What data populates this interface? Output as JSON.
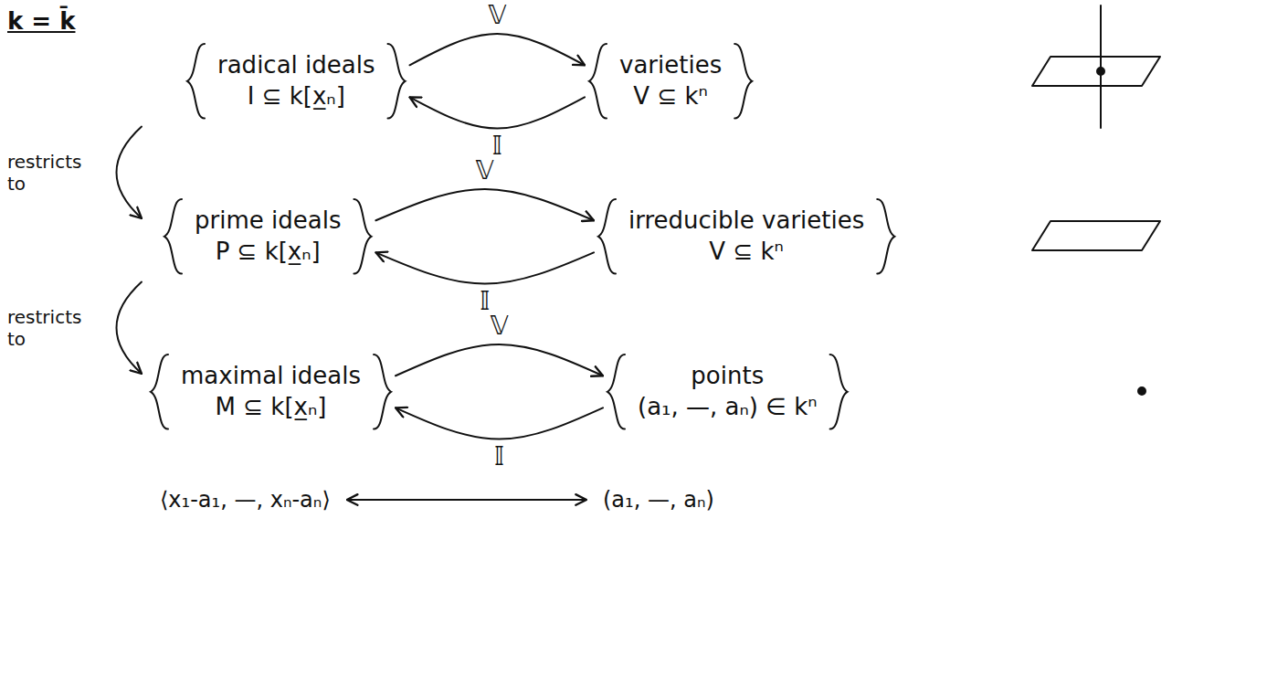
{
  "diagram": {
    "nodes": [
      {
        "text": [
          "radical ideals",
          "I ⊆ k[x̲ₙ]"
        ]
      },
      {
        "text": [
          "varieties",
          "V ⊆ kⁿ"
        ]
      },
      {
        "text": [
          "prime ideals",
          "P ⊆ k[x̲ₙ]"
        ]
      },
      {
        "text": [
          "irreducible varieties",
          "V ⊆ kⁿ"
        ]
      },
      {
        "text": [
          "maximal ideals",
          "M ⊆ k[x̲ₙ]"
        ]
      },
      {
        "text": [
          "points",
          "(a₁, —, aₙ) ∈ kⁿ"
        ]
      }
    ],
    "edges": [
      {
        "from": 0,
        "to": 1,
        "label": "𝕍",
        "arrow": "to"
      },
      {
        "from": 1,
        "to": 0,
        "label": "𝕀",
        "arrow": "to"
      },
      {
        "from": 2,
        "to": 3,
        "label": "𝕍",
        "arrow": "to"
      },
      {
        "from": 3,
        "to": 2,
        "label": "𝕀",
        "arrow": "to"
      },
      {
        "from": 4,
        "to": 5,
        "label": "𝕍",
        "arrow": "to"
      },
      {
        "from": 5,
        "to": 4,
        "label": "𝕀",
        "arrow": "to"
      }
    ],
    "labels": [
      "k = k̄",
      "restricts to",
      "restricts to",
      "⟨x₁-a₁, —, xₙ-aₙ⟩",
      "(a₁, —, aₙ)"
    ]
  }
}
